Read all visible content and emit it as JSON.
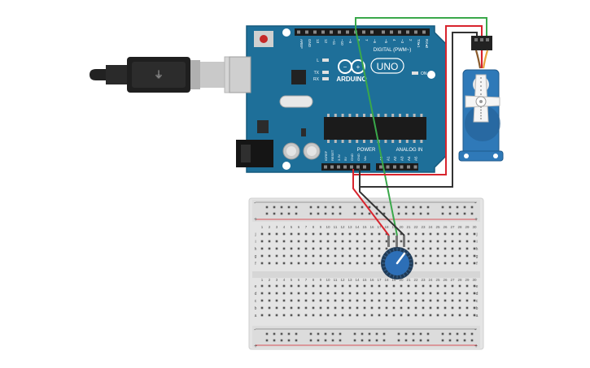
{
  "colors": {
    "arduino_blue": "#1e6f99",
    "arduino_dark": "#155a7e",
    "breadboard": "#e4e4e4",
    "wire_red": "#d8242d",
    "wire_black": "#333333",
    "wire_green": "#3aa84a",
    "servo_blue": "#2f79b8",
    "pot_blue": "#2d6fb7",
    "rail_red": "#d8242d"
  },
  "arduino": {
    "brand": "ARDUINO",
    "model": "UNO",
    "digital_label": "DIGITAL (PWM~)",
    "power_label": "POWER",
    "analog_label": "ANALOG IN",
    "top_pins": [
      "AREF",
      "GND",
      "13",
      "12",
      "~11",
      "~10",
      "~9",
      "8",
      "7",
      "~6",
      "~5",
      "4",
      "~3",
      "2",
      "TX▸1",
      "RX◂0"
    ],
    "power_pins": [
      "IOREF",
      "RESET",
      "3.3V",
      "5V",
      "GND",
      "GND",
      "Vin"
    ],
    "analog_pins": [
      "A0",
      "A1",
      "A2",
      "A3",
      "A4",
      "A5"
    ],
    "leds": [
      "L",
      "TX",
      "RX"
    ],
    "on_label": "ON"
  },
  "breadboard": {
    "rows_top": [
      "j",
      "i",
      "h",
      "g",
      "f"
    ],
    "rows_bottom": [
      "e",
      "d",
      "c",
      "b",
      "a"
    ],
    "columns": [
      "1",
      "2",
      "3",
      "4",
      "5",
      "6",
      "7",
      "8",
      "9",
      "10",
      "11",
      "12",
      "13",
      "14",
      "15",
      "16",
      "17",
      "18",
      "19",
      "20",
      "21",
      "22",
      "23",
      "24",
      "25",
      "26",
      "27",
      "28",
      "29",
      "30"
    ],
    "rail_plus": "+",
    "rail_minus": "-"
  },
  "components": {
    "usb_cable": "usb-b-cable",
    "servo": "micro-servo",
    "potentiometer": "rotary-potentiometer"
  }
}
